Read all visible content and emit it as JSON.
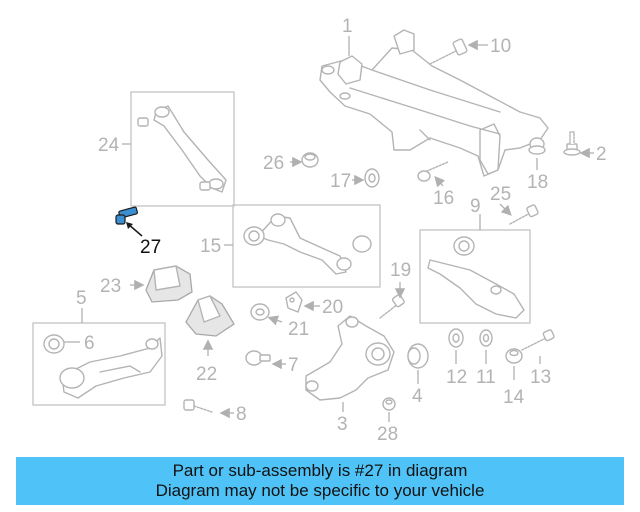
{
  "diagram": {
    "highlighted_part": "27",
    "labels": {
      "p1": "1",
      "p2": "2",
      "p3": "3",
      "p4": "4",
      "p5": "5",
      "p6": "6",
      "p7": "7",
      "p8": "8",
      "p9": "9",
      "p10": "10",
      "p11": "11",
      "p12": "12",
      "p13": "13",
      "p14": "14",
      "p15": "15",
      "p16": "16",
      "p17": "17",
      "p18": "18",
      "p19": "19",
      "p20": "20",
      "p21": "21",
      "p22": "22",
      "p23": "23",
      "p24": "24",
      "p25": "25",
      "p26": "26",
      "p27": "27",
      "p28": "28"
    }
  },
  "banner": {
    "line1": "Part or sub-assembly is #27 in diagram",
    "line2": "Diagram may not be specific to your vehicle"
  },
  "colors": {
    "banner_bg": "#4fc3f7",
    "highlight_part": "#3a8fd0",
    "line_gray": "#b4b4b4"
  }
}
